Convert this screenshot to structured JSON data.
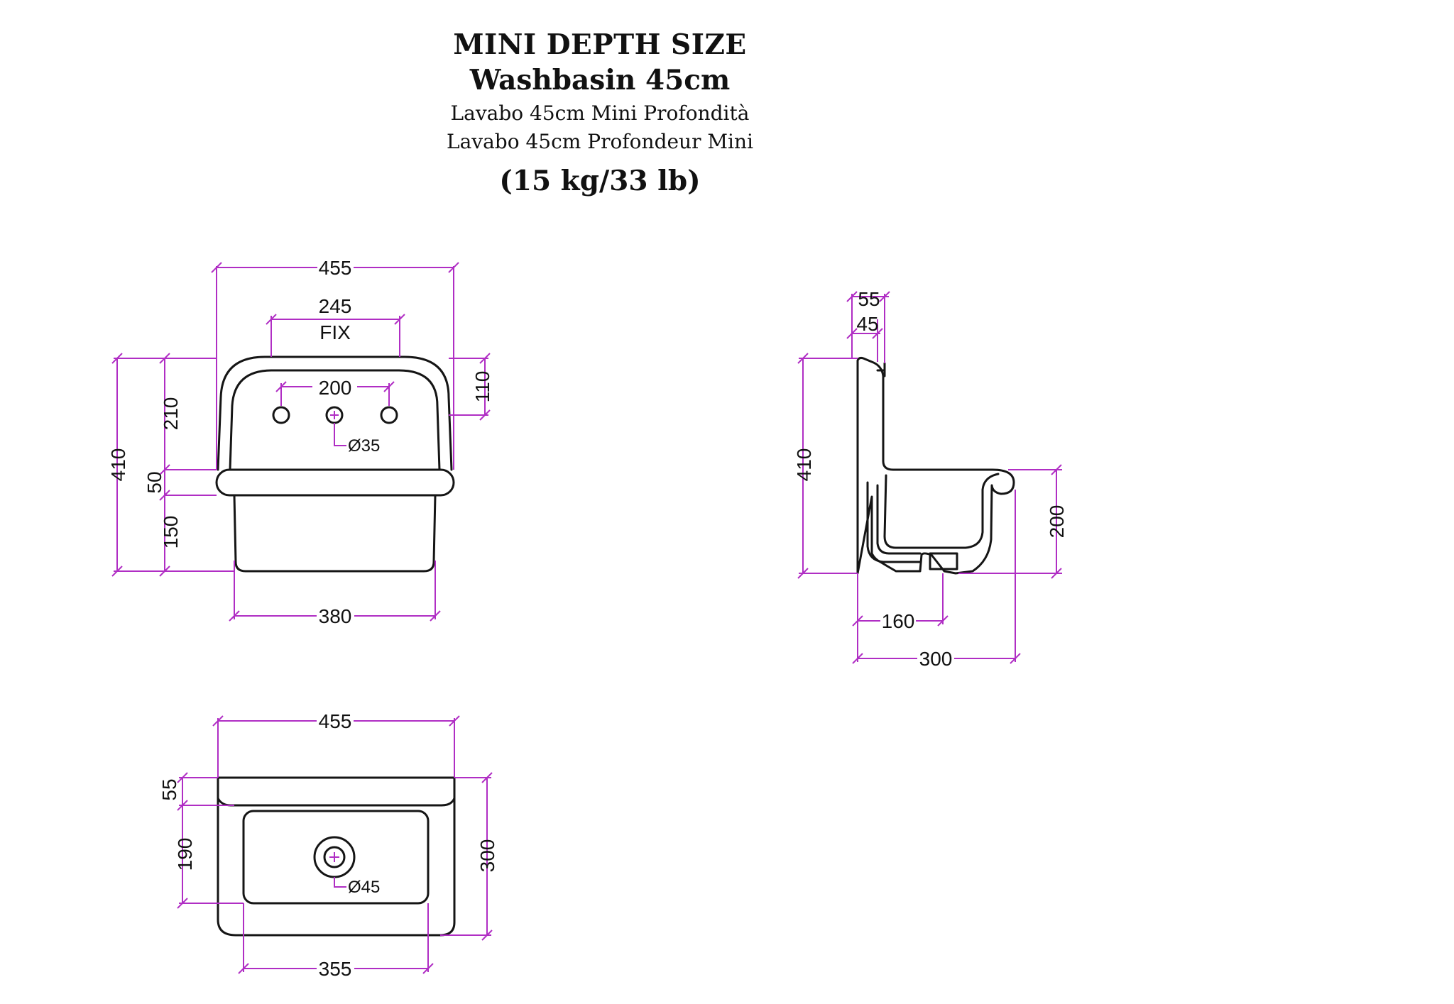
{
  "title": {
    "line1": "MINI DEPTH SIZE",
    "line2": "Washbasin 45cm",
    "line3": "Lavabo 45cm Mini Profondità",
    "line4": "Lavabo 45cm Profondeur Mini",
    "weight": "(15 kg/33 lb)"
  },
  "front_view": {
    "width_overall": "455",
    "fix_distance": "245",
    "fix_label": "FIX",
    "holes_spacing": "200",
    "hole_diameter": "Ø35",
    "height_total": "410",
    "height_upper": "210",
    "rim_height": "50",
    "bowl_height": "150",
    "right_offset": "110",
    "bottom_width": "380"
  },
  "side_view": {
    "back_55": "55",
    "back_45": "45",
    "height_total": "410",
    "front_height": "200",
    "drain_offset": "160",
    "depth_total": "300"
  },
  "top_view": {
    "width_overall": "455",
    "back_ledge": "55",
    "bowl_depth": "190",
    "depth_total": "300",
    "bowl_width": "355",
    "drain_diameter": "Ø45"
  },
  "colors": {
    "outline": "#151515",
    "dimension": "#b02ec4",
    "background": "#ffffff"
  }
}
